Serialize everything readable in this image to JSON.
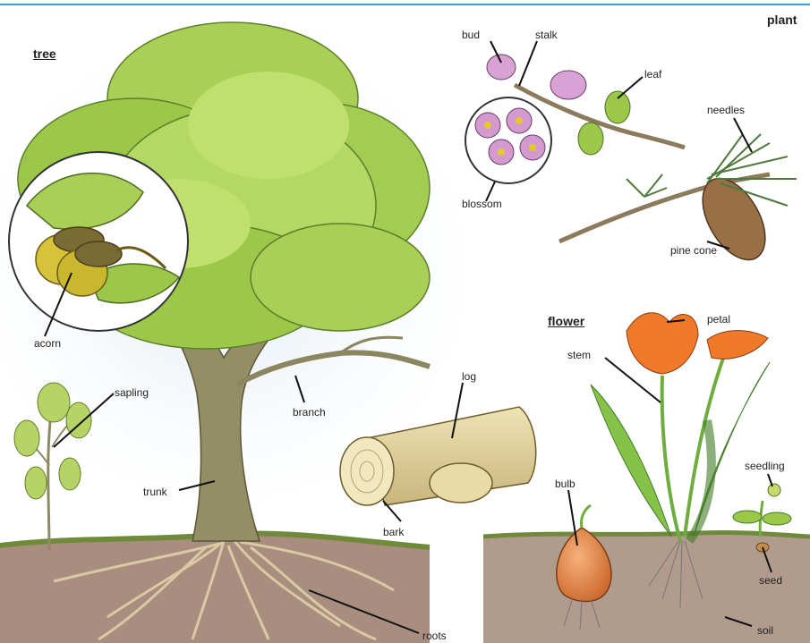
{
  "page_title": "plant",
  "sections": {
    "tree": "tree",
    "flower": "flower"
  },
  "labels": {
    "bud": "bud",
    "stalk": "stalk",
    "leaf": "leaf",
    "needles": "needles",
    "blossom": "blossom",
    "pine_cone": "pine cone",
    "acorn": "acorn",
    "sapling": "sapling",
    "branch": "branch",
    "log": "log",
    "trunk": "trunk",
    "bark": "bark",
    "petal": "petal",
    "stem": "stem",
    "bulb": "bulb",
    "seedling": "seedling",
    "seed": "seed",
    "soil": "soil",
    "roots": "roots"
  },
  "colors": {
    "accent_line": "#29a3d8",
    "foliage": "#9cc84a",
    "trunk": "#8f8a62",
    "soil": "#a88a7a",
    "blossom": "#d49ad0",
    "petal": "#f07a2a"
  }
}
